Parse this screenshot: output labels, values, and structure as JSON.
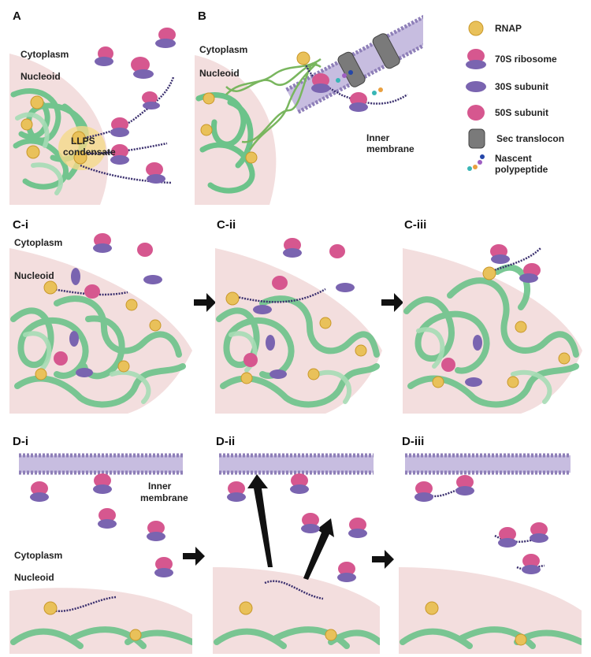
{
  "panels": {
    "A": "A",
    "B": "B",
    "Ci": "C-i",
    "Cii": "C-ii",
    "Ciii": "C-iii",
    "Di": "D-i",
    "Dii": "D-ii",
    "Diii": "D-iii"
  },
  "text": {
    "cytoplasm": "Cytoplasm",
    "nucleoid": "Nucleoid",
    "llps_line1": "LLPS",
    "llps_line2": "condensate",
    "inner_line1": "Inner",
    "inner_line2": "membrane"
  },
  "legend": [
    {
      "icon": "rnap-icon",
      "label": "RNAP"
    },
    {
      "icon": "ribosome-70s-icon",
      "label": "70S ribosome"
    },
    {
      "icon": "subunit-30s-icon",
      "label": "30S subunit"
    },
    {
      "icon": "subunit-50s-icon",
      "label": "50S  subunit"
    },
    {
      "icon": "sec-translocon-icon",
      "label": "Sec translocon"
    },
    {
      "icon": "nascent-polypeptide-icon",
      "label": "Nascent polypeptide",
      "line1": "Nascent",
      "line2": "polypeptide"
    }
  ],
  "colors": {
    "nucleoid_fill": "#f3dede",
    "dna_green": "#6cc38a",
    "dna_green_light": "#a6dcb5",
    "rnap_yellow": "#e9c15a",
    "ribo_pink": "#d6578f",
    "ribo_purple": "#7a64b0",
    "mrna": "#3a2f6e",
    "membrane": "#8e7fb8"
  }
}
